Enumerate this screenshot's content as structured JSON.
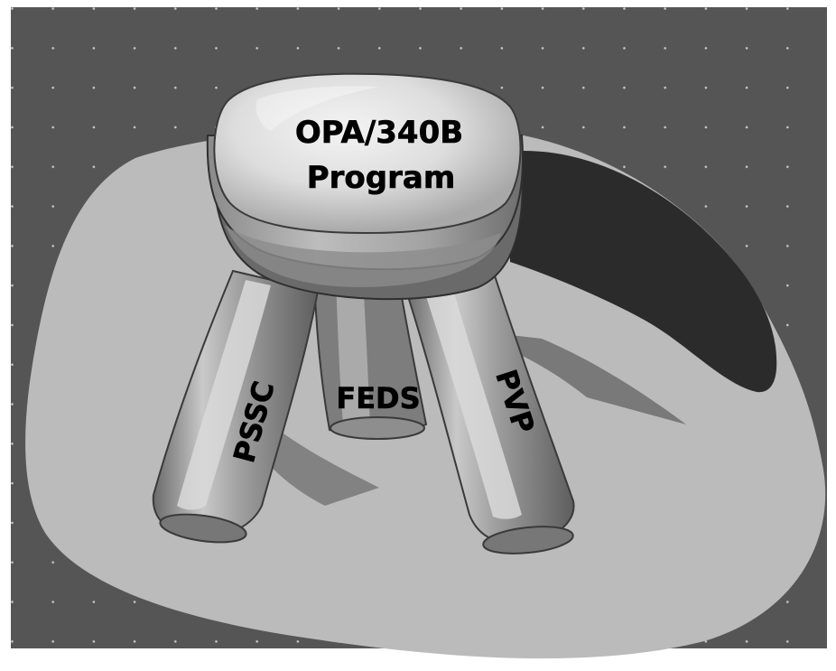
{
  "diagram": {
    "seat_label_line1": "OPA/340B",
    "seat_label_line2": "Program",
    "legs": [
      {
        "label": "PSSC"
      },
      {
        "label": "FEDS"
      },
      {
        "label": "PVP"
      }
    ]
  },
  "colors": {
    "frame": "#ffffff",
    "background": "#555555",
    "grid_dots": "#c8c8c8",
    "floor": "#bbbbbb",
    "shadow": "#2b2b2b",
    "label_text": "#000000"
  }
}
